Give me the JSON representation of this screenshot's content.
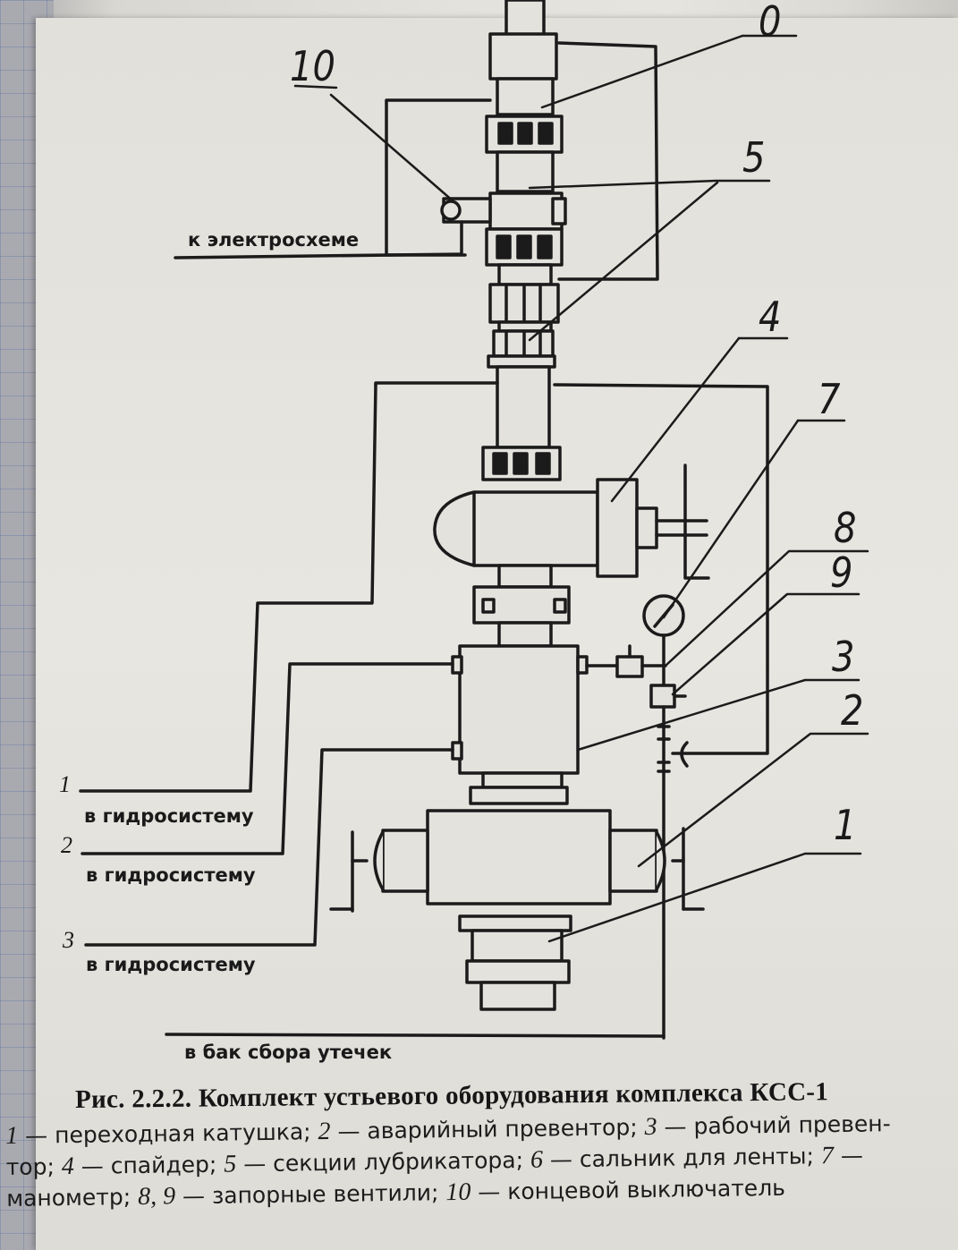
{
  "figure": {
    "title": "Рис. 2.2.2. Комплект устьевого оборудования комплекса КСС-1",
    "callouts": [
      "0",
      "10",
      "5",
      "4",
      "7",
      "8",
      "9",
      "3",
      "2",
      "1"
    ],
    "flow_labels": {
      "electro": "к электросхеме",
      "hydro1": "в гидросистему",
      "hydro2": "в гидросистему",
      "hydro3": "в гидросистему",
      "tank": "в бак сбора утечек"
    },
    "line_numbers": [
      "1",
      "2",
      "3"
    ],
    "legend": [
      {
        "num": "1",
        "text": " — переходная катушка; "
      },
      {
        "num": "2",
        "text": " — аварийный превентор; "
      },
      {
        "num": "3",
        "text": " — рабочий превен-"
      },
      {
        "num": "",
        "text": "тор; "
      },
      {
        "num": "4",
        "text": " — спайдер; "
      },
      {
        "num": "5",
        "text": " — секции лубрикатора; "
      },
      {
        "num": "6",
        "text": " — сальник для ленты; "
      },
      {
        "num": "7",
        "text": " —"
      },
      {
        "num": "",
        "text": "манометр; "
      },
      {
        "num": "8, 9",
        "text": " — запорные вентили; "
      },
      {
        "num": "10",
        "text": " — концевой выключатель"
      }
    ]
  }
}
